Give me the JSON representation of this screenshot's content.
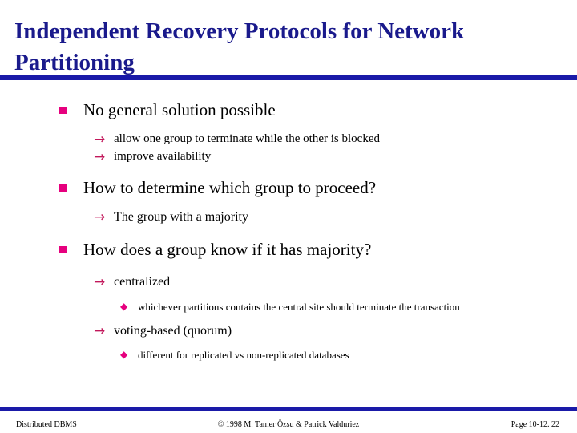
{
  "slide": {
    "title": "Independent Recovery Protocols for Network Partitioning",
    "title_color": "#1a1a8c",
    "rule_color": "#1a1aa8",
    "bullet_square_color": "#e6007e",
    "bullet_arrow_color": "#c2185b",
    "bullet_diamond_color": "#e6007e",
    "markers": {
      "square": "",
      "arrow": "→",
      "diamond": "◆"
    }
  },
  "content": {
    "b1": {
      "text": "No general solution possible",
      "subs": [
        "allow one group to terminate while the other is blocked",
        "improve availability"
      ]
    },
    "b2": {
      "text": "How to determine which group to proceed?",
      "subs": [
        "The group with a majority"
      ]
    },
    "b3": {
      "text": "How does a group know if it has majority?",
      "subs": [
        {
          "text": "centralized",
          "items": [
            "whichever partitions contains the central site should terminate the transaction"
          ]
        },
        {
          "text": "voting-based (quorum)",
          "items": [
            "different for replicated vs non-replicated databases"
          ]
        }
      ]
    }
  },
  "footer": {
    "left": "Distributed DBMS",
    "center": "© 1998 M. Tamer Özsu & Patrick Valduriez",
    "right": "Page 10-12. 22"
  }
}
